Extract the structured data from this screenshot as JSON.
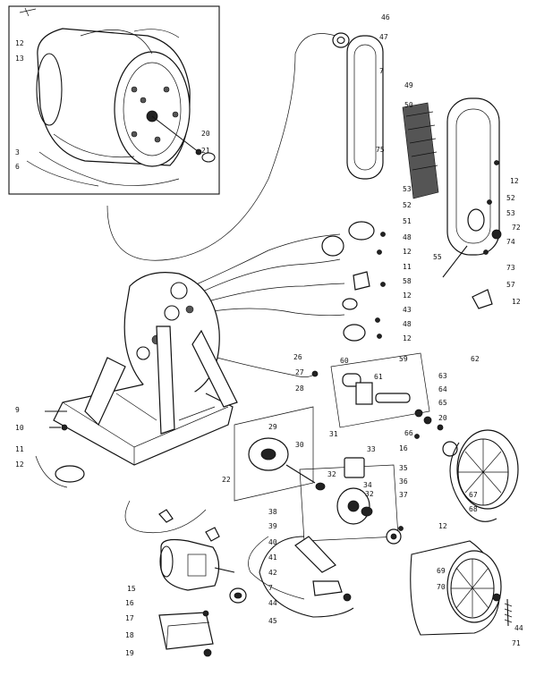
{
  "callouts": [
    {
      "id": "c46",
      "text": "46"
    },
    {
      "id": "c47",
      "text": "47"
    },
    {
      "id": "c7a",
      "text": "7"
    },
    {
      "id": "c49",
      "text": "49"
    },
    {
      "id": "c50",
      "text": "50"
    },
    {
      "id": "c75",
      "text": "75"
    },
    {
      "id": "c53",
      "text": "53"
    },
    {
      "id": "c52a",
      "text": "52"
    },
    {
      "id": "c51",
      "text": "51"
    },
    {
      "id": "c12a",
      "text": "12"
    },
    {
      "id": "c52b",
      "text": "52"
    },
    {
      "id": "c53b",
      "text": "53"
    },
    {
      "id": "c72",
      "text": "72"
    },
    {
      "id": "c74",
      "text": "74"
    },
    {
      "id": "c73",
      "text": "73"
    },
    {
      "id": "c55",
      "text": "55"
    },
    {
      "id": "c57",
      "text": "57"
    },
    {
      "id": "c12b",
      "text": "12"
    },
    {
      "id": "c48a",
      "text": "48"
    },
    {
      "id": "c12c",
      "text": "12"
    },
    {
      "id": "c11a",
      "text": "11"
    },
    {
      "id": "c58",
      "text": "58"
    },
    {
      "id": "c12d",
      "text": "12"
    },
    {
      "id": "c43",
      "text": "43"
    },
    {
      "id": "c48b",
      "text": "48"
    },
    {
      "id": "c12e",
      "text": "12"
    },
    {
      "id": "c20a",
      "text": "20"
    },
    {
      "id": "c21",
      "text": "21"
    },
    {
      "id": "c12f",
      "text": "12"
    },
    {
      "id": "c13",
      "text": "13"
    },
    {
      "id": "c3",
      "text": "3"
    },
    {
      "id": "c6",
      "text": "6"
    },
    {
      "id": "c26",
      "text": "26"
    },
    {
      "id": "c27",
      "text": "27"
    },
    {
      "id": "c28",
      "text": "28"
    },
    {
      "id": "c60",
      "text": "60"
    },
    {
      "id": "c59",
      "text": "59"
    },
    {
      "id": "c61",
      "text": "61"
    },
    {
      "id": "c62",
      "text": "62"
    },
    {
      "id": "c63",
      "text": "63"
    },
    {
      "id": "c64",
      "text": "64"
    },
    {
      "id": "c65",
      "text": "65"
    },
    {
      "id": "c20b",
      "text": "20"
    },
    {
      "id": "c66",
      "text": "66"
    },
    {
      "id": "c16",
      "text": "16"
    },
    {
      "id": "c29",
      "text": "29"
    },
    {
      "id": "c30",
      "text": "30"
    },
    {
      "id": "c31",
      "text": "31"
    },
    {
      "id": "c33",
      "text": "33"
    },
    {
      "id": "c32a",
      "text": "32"
    },
    {
      "id": "c34",
      "text": "34"
    },
    {
      "id": "c35",
      "text": "35"
    },
    {
      "id": "c36",
      "text": "36"
    },
    {
      "id": "c32b",
      "text": "32"
    },
    {
      "id": "c37",
      "text": "37"
    },
    {
      "id": "c12g",
      "text": "12"
    },
    {
      "id": "c67",
      "text": "67"
    },
    {
      "id": "c68",
      "text": "68"
    },
    {
      "id": "c9",
      "text": "9"
    },
    {
      "id": "c10",
      "text": "10"
    },
    {
      "id": "c11b",
      "text": "11"
    },
    {
      "id": "c12h",
      "text": "12"
    },
    {
      "id": "c22",
      "text": "22"
    },
    {
      "id": "c38",
      "text": "38"
    },
    {
      "id": "c39",
      "text": "39"
    },
    {
      "id": "c40",
      "text": "40"
    },
    {
      "id": "c41",
      "text": "41"
    },
    {
      "id": "c42",
      "text": "42"
    },
    {
      "id": "c7b",
      "text": "7"
    },
    {
      "id": "c44a",
      "text": "44"
    },
    {
      "id": "c45",
      "text": "45"
    },
    {
      "id": "c69",
      "text": "69"
    },
    {
      "id": "c70",
      "text": "70"
    },
    {
      "id": "c44b",
      "text": "44"
    },
    {
      "id": "c71",
      "text": "71"
    },
    {
      "id": "c15",
      "text": "15"
    },
    {
      "id": "c16b",
      "text": "16"
    },
    {
      "id": "c17",
      "text": "17"
    },
    {
      "id": "c18",
      "text": "18"
    },
    {
      "id": "c19",
      "text": "19"
    }
  ]
}
